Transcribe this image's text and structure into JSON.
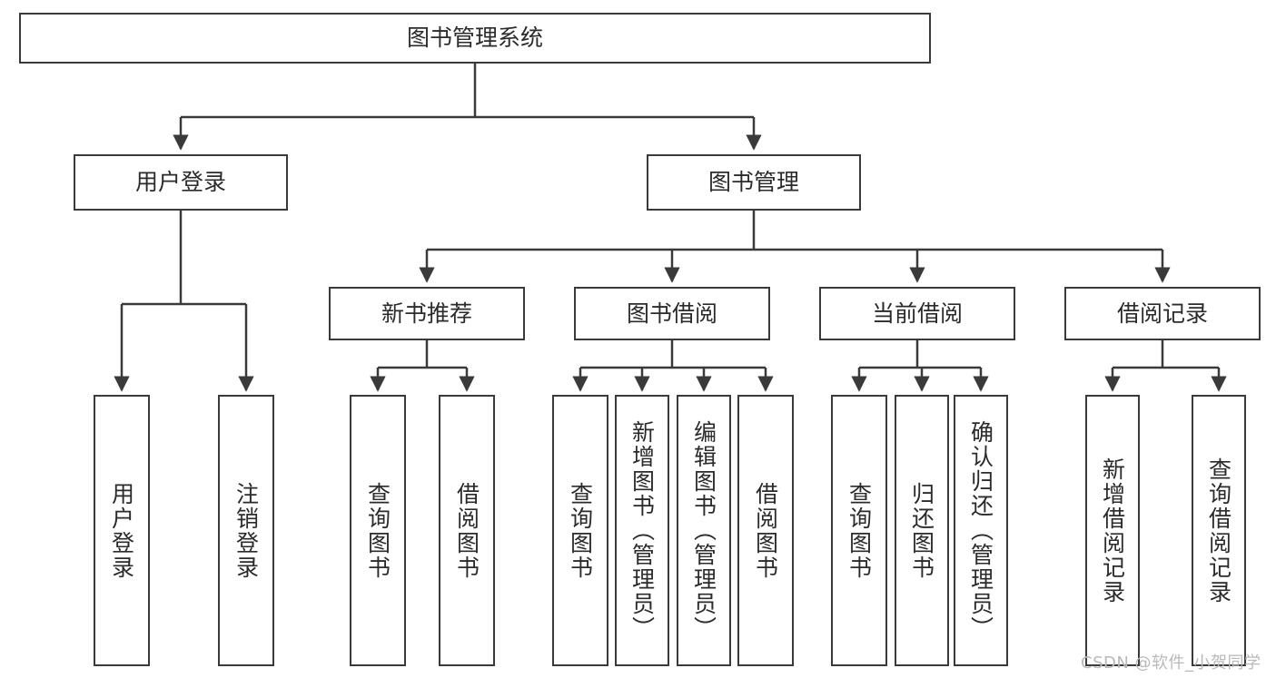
{
  "diagram": {
    "type": "tree",
    "title": "图书管理系统",
    "stroke_color": "#3a3a3a",
    "text_color": "#2b2b2b",
    "background": "#ffffff",
    "root": {
      "label": "图书管理系统"
    },
    "tier2": [
      {
        "label": "用户登录"
      },
      {
        "label": "图书管理"
      }
    ],
    "tier3": [
      {
        "label": "新书推荐"
      },
      {
        "label": "图书借阅"
      },
      {
        "label": "当前借阅"
      },
      {
        "label": "借阅记录"
      }
    ],
    "leaves": {
      "user_login": [
        {
          "label": "用户登录"
        },
        {
          "label": "注销登录"
        }
      ],
      "new_book_recommend": [
        {
          "label": "查询图书"
        },
        {
          "label": "借阅图书"
        }
      ],
      "book_borrow": [
        {
          "label": "查询图书"
        },
        {
          "label": "新增图书（管理员）"
        },
        {
          "label": "编辑图书（管理员）"
        },
        {
          "label": "借阅图书"
        }
      ],
      "current_borrow": [
        {
          "label": "查询图书"
        },
        {
          "label": "归还图书"
        },
        {
          "label": "确认归还（管理员）"
        }
      ],
      "borrow_record": [
        {
          "label": "新增借阅记录"
        },
        {
          "label": "查询借阅记录"
        }
      ]
    }
  },
  "watermark": {
    "text": "CSDN @软件_小贺同学"
  }
}
